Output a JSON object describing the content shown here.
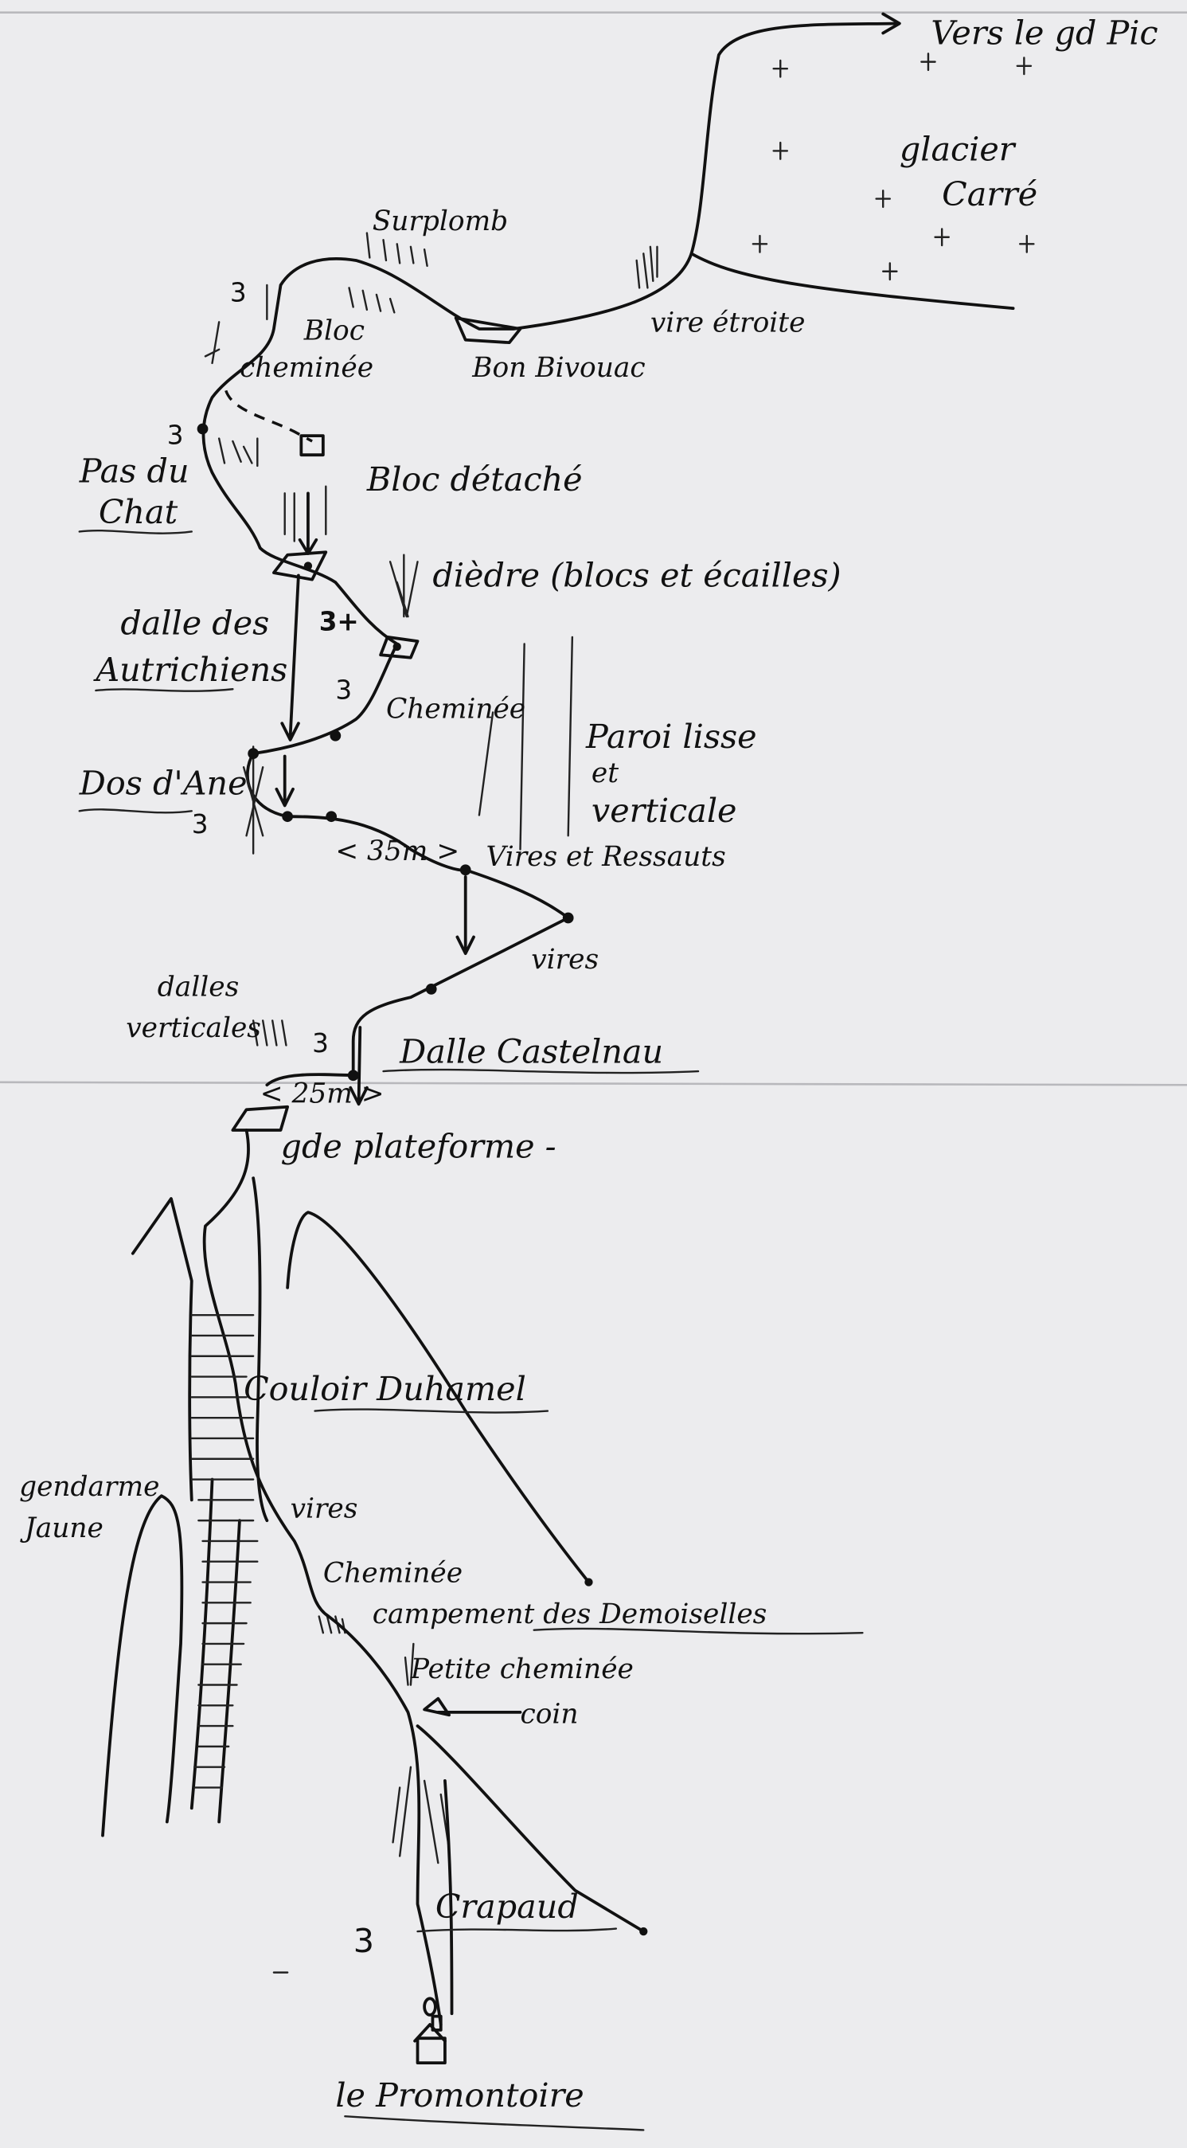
{
  "title": "Route topo: le Promontoire to the Grand Pic",
  "labels": {
    "vers_pic": "Vers le gd Pic",
    "glacier_1": "glacier",
    "glacier_2": "Carré",
    "surplomb": "Surplomb",
    "vire_etroite": "vire étroite",
    "bon_bivouac": "Bon Bivouac",
    "bloc": "Bloc",
    "cheminee_top": "cheminée",
    "pas_du_chat_1": "Pas du",
    "pas_du_chat_2": "Chat",
    "bloc_detache": "Bloc détaché",
    "diedre": "dièdre (blocs et écailles)",
    "dalle_autrichiens_1": "dalle des",
    "dalle_autrichiens_2": "Autrichiens",
    "cheminee_mid": "Cheminée",
    "paroi_1": "Paroi lisse",
    "paroi_2": "et",
    "paroi_3": "verticale",
    "dos_dane": "Dos d'Ane",
    "dist_35": "< 35m >",
    "vires_ressauts": "Vires et Ressauts",
    "vires_1": "vires",
    "dalles_verticales_1": "dalles",
    "dalles_verticales_2": "verticales",
    "dalle_castelnau": "Dalle Castelnau",
    "dist_25": "< 25m >",
    "gde_plateforme": "gde plateforme -",
    "couloir_duhamel": "Couloir Duhamel",
    "gendarme_1": "gendarme",
    "gendarme_2": "Jaune",
    "vires_2": "vires",
    "cheminee_low": "Cheminée",
    "campement": "campement des Demoiselles",
    "petite_cheminee": "Petite cheminée",
    "coin": "coin",
    "crapaud": "Crapaud",
    "promontoire": "le Promontoire"
  },
  "grades": {
    "g_top": "3",
    "g_pas_chat": "3",
    "g_diedre": "3+",
    "g_cheminee": "3",
    "g_dos_dane": "3",
    "g_castelnau": "3",
    "g_bottom": "3"
  }
}
